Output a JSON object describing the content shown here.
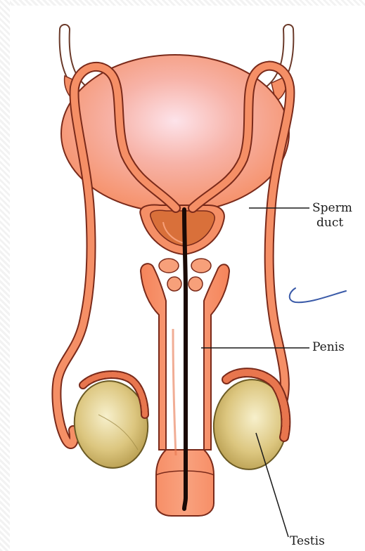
{
  "labels": {
    "sperm_duct_line1": "Sperm",
    "sperm_duct_line2": "duct",
    "penis": "Penis",
    "testis": "Testis"
  },
  "colors": {
    "organ_fill": "#f58f66",
    "organ_stroke": "#7a2a1a",
    "bladder_highlight": "#fde0e6",
    "urethra": "#1a0a06",
    "prostate": "#d9703a",
    "testis_fill": "#d8c27a",
    "testis_highlight": "#f5eec8",
    "epididymis": "#e8764e",
    "pen_mark": "#3a5aa8"
  }
}
